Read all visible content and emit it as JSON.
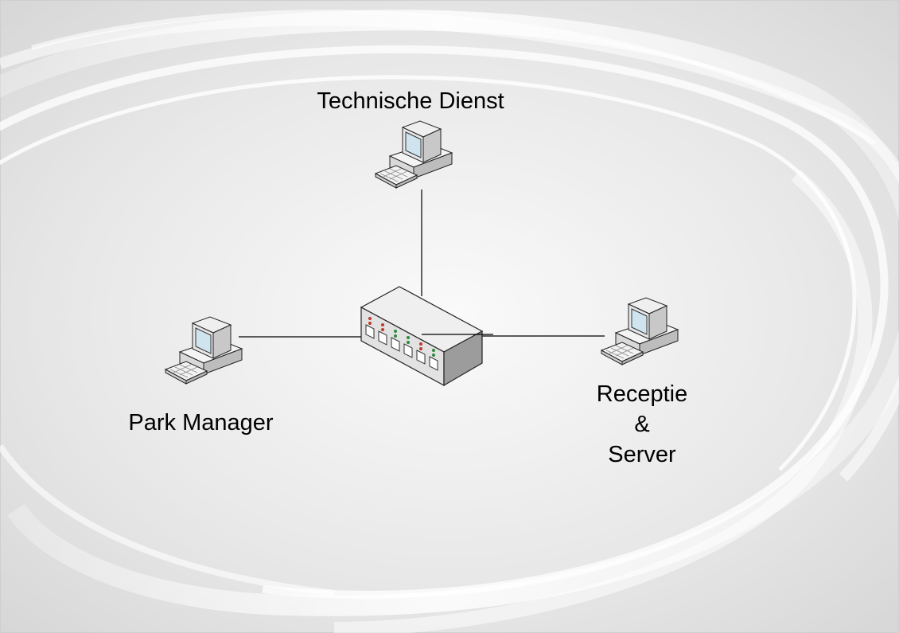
{
  "diagram": {
    "type": "network-topology",
    "nodes": {
      "top": {
        "label": "Technische Dienst",
        "icon": "desktop-computer-icon"
      },
      "left": {
        "label": "Park Manager",
        "icon": "desktop-computer-icon"
      },
      "right": {
        "label_lines": [
          "Receptie",
          "&",
          "Server"
        ],
        "icon": "desktop-computer-icon"
      },
      "hub": {
        "icon": "network-switch-icon"
      }
    },
    "edges": [
      {
        "from": "hub",
        "to": "top"
      },
      {
        "from": "hub",
        "to": "left"
      },
      {
        "from": "hub",
        "to": "right"
      }
    ]
  }
}
